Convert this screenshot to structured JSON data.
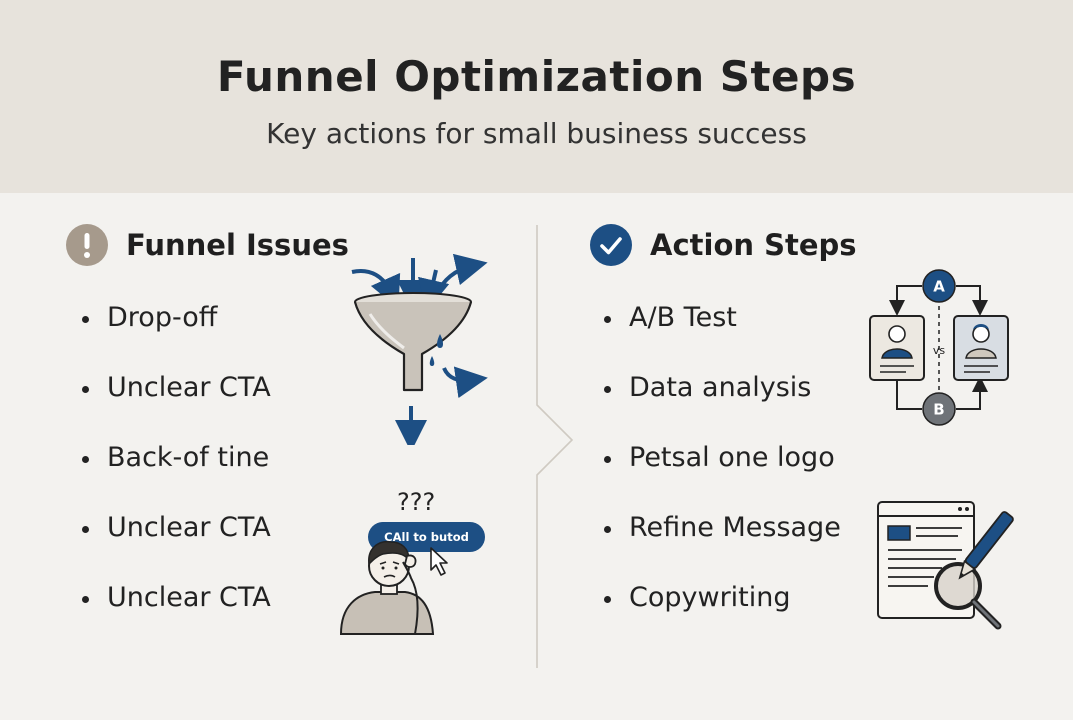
{
  "header": {
    "title": "Funnel Optimization Steps",
    "subtitle": "Key actions for small business success"
  },
  "issues": {
    "heading": "Funnel Issues",
    "icon": "exclamation-icon",
    "items": [
      "Drop-off",
      "Unclear CTA",
      "Back-of tine",
      "Unclear CTA",
      "Unclear CTA"
    ]
  },
  "actions": {
    "heading": "Action Steps",
    "icon": "checkmark-icon",
    "items": [
      "A/B Test",
      "Data analysis",
      "Petsal one logo",
      "Refine Message",
      "Copywriting"
    ]
  },
  "illustrations": {
    "cta_button": "CAll to butod",
    "question_marks": "???",
    "ab_a": "A",
    "ab_b": "B",
    "ab_vs": "vs"
  },
  "colors": {
    "accent": "#1d4f84",
    "header_bg": "#e7e3dc",
    "page_bg": "#f3f2ef",
    "warning_badge": "#a69a8c",
    "neutral_fill": "#d7d2ca"
  }
}
